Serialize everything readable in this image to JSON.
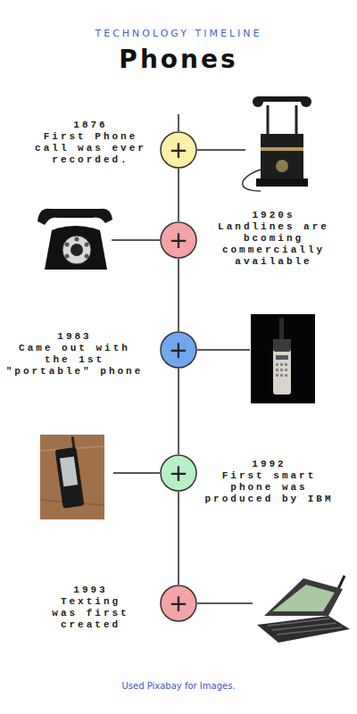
{
  "diagram": {
    "title": "Phones",
    "caption": "Used Pixabay for Images.",
    "nodes": [
      {
        "text": [
          "+"
        ]
      },
      {
        "text": [
          "+"
        ]
      },
      {
        "text": [
          "+"
        ]
      },
      {
        "text": [
          "+"
        ]
      },
      {
        "text": [
          "+"
        ]
      }
    ],
    "edges": [
      {
        "from": 0,
        "to": 1,
        "arrow": "none"
      },
      {
        "from": 1,
        "to": 2,
        "arrow": "none"
      },
      {
        "from": 2,
        "to": 3,
        "arrow": "none"
      },
      {
        "from": 3,
        "to": 4,
        "arrow": "none"
      }
    ],
    "labels": [
      "TECHNOLOGY TIMELINE",
      "1876",
      "First Phone call was ever recorded.",
      "1920s",
      "Landlines are bcoming commercially available",
      "1983",
      "Came out with the 1st \"portable\" phone",
      "1992",
      "First smart phone was produced by IBM",
      "1993",
      "Texting was first created"
    ]
  }
}
